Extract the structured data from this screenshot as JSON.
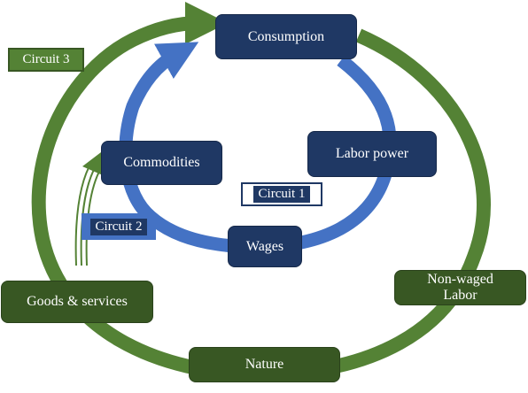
{
  "colors": {
    "inner_ring": "#4472c4",
    "outer_ring": "#548235",
    "navy_node": "#1f3864",
    "green_node": "#385723"
  },
  "nodes": {
    "consumption": "Consumption",
    "labor_power": "Labor power",
    "wages": "Wages",
    "commodities": "Commodities",
    "goods_services": "Goods & services",
    "nature": "Nature",
    "non_waged_labor": "Non-waged\nLabor"
  },
  "circuits": {
    "c1": "Circuit 1",
    "c2": "Circuit 2",
    "c3": "Circuit 3"
  }
}
